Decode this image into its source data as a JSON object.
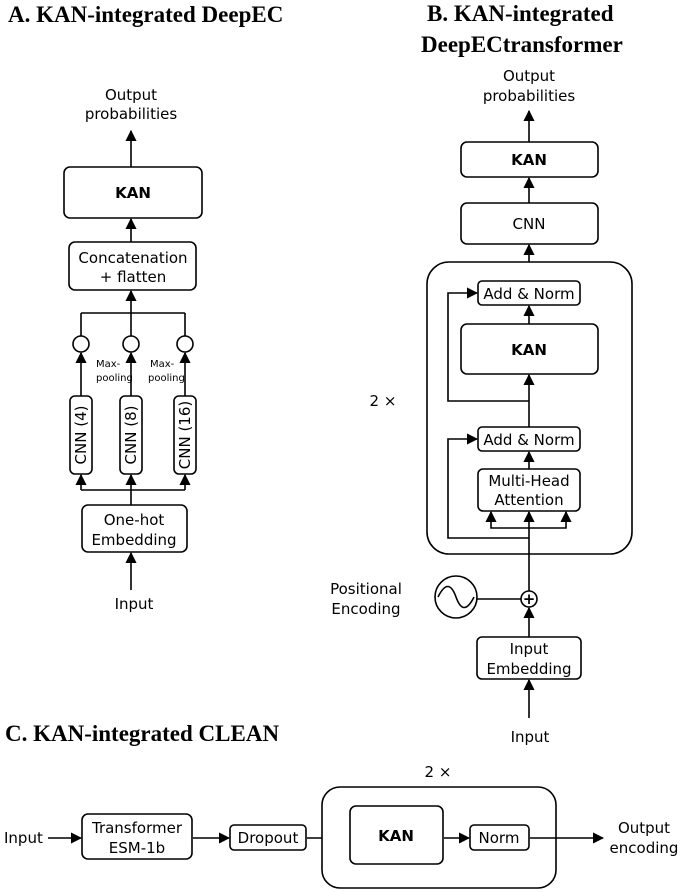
{
  "panel_a": {
    "title": "A. KAN-integrated DeepEC",
    "output_line1": "Output",
    "output_line2": "probabilities",
    "kan": "KAN",
    "concat_line1": "Concatenation",
    "concat_line2": "+ flatten",
    "cnn": [
      "CNN (4)",
      "CNN (8)",
      "CNN (16)"
    ],
    "maxpool_line1": "Max-",
    "maxpool_line2": "pooling",
    "embed_line1": "One-hot",
    "embed_line2": "Embedding",
    "input": "Input"
  },
  "panel_b": {
    "title_line1": "B. KAN-integrated",
    "title_line2": "DeepECtransformer",
    "output_line1": "Output",
    "output_line2": "probabilities",
    "kan_top": "KAN",
    "cnn": "CNN",
    "add_norm": "Add & Norm",
    "kan_inner": "KAN",
    "mha_line1": "Multi-Head",
    "mha_line2": "Attention",
    "repeat": "2 ×",
    "pos_line1": "Positional",
    "pos_line2": "Encoding",
    "plus": "+",
    "embed_line1": "Input",
    "embed_line2": "Embedding",
    "input": "Input"
  },
  "panel_c": {
    "title": "C. KAN-integrated CLEAN",
    "input": "Input",
    "transformer_line1": "Transformer",
    "transformer_line2": "ESM-1b",
    "dropout": "Dropout",
    "kan": "KAN",
    "norm": "Norm",
    "repeat": "2 ×",
    "output_line1": "Output",
    "output_line2": "encoding"
  }
}
